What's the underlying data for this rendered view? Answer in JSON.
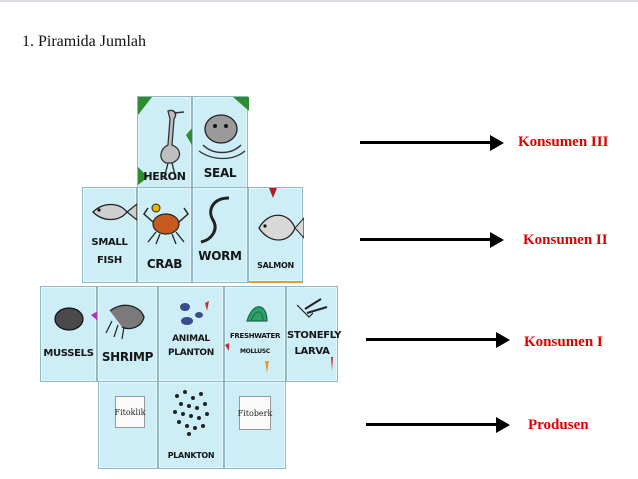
{
  "title": "1. Piramida Jumlah",
  "levels": [
    {
      "label": "Konsumen III",
      "organisms": [
        "HERON",
        "SEAL"
      ]
    },
    {
      "label": "Konsumen II",
      "organisms": [
        "SMALL FISH",
        "CRAB",
        "WORM",
        "SALMON"
      ]
    },
    {
      "label": "Konsumen I",
      "organisms": [
        "MUSSELS",
        "SHRIMP",
        "ANIMAL PLANTON",
        "FRESHWATER MOLLUSC",
        "STONEFLY LARVA"
      ]
    },
    {
      "label": "Produsen",
      "organisms": [
        "PLANKTON"
      ]
    }
  ],
  "cards": {
    "heron": "HERON",
    "seal": "SEAL",
    "small_fish_1": "SMALL",
    "small_fish_2": "FISH",
    "crab": "CRAB",
    "worm": "WORM",
    "salmon": "SALMON",
    "mussels": "MUSSELS",
    "shrimp": "SHRIMP",
    "animal_planton_1": "ANIMAL",
    "animal_planton_2": "PLANTON",
    "freshwater_1": "FRESHWATER",
    "freshwater_2": "MOLLUSC",
    "stonefly_1": "STONEFLY",
    "stonefly_2": "LARVA",
    "plankton": "PLANKTON",
    "tile_left": "Fitoklik",
    "tile_right": "Fitoberk"
  },
  "colors": {
    "arrow": "#000000",
    "label": "#e00000",
    "card": "#cdeef7"
  }
}
